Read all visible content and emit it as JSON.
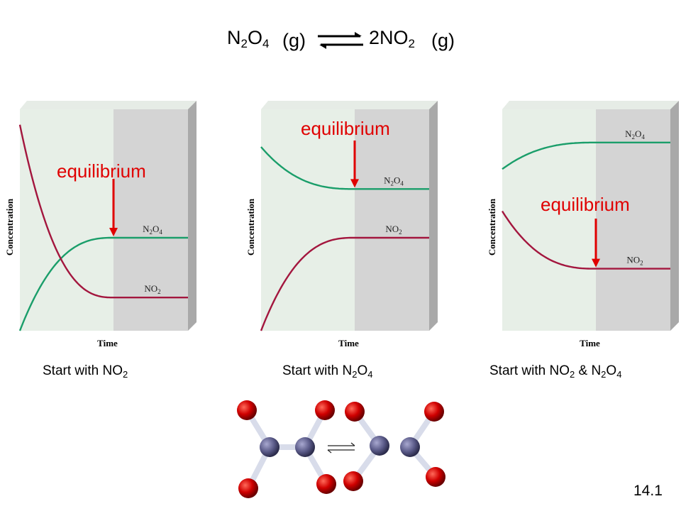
{
  "reaction": {
    "reactant": "N2O4",
    "reactant_phase": "(g)",
    "product": "2NO2",
    "product_phase": "(g)"
  },
  "chart_data": [
    {
      "type": "line",
      "xlabel": "Time",
      "ylabel": "Concentration",
      "annotation": "equilibrium",
      "caption": "Start with NO2",
      "series": [
        {
          "name": "N2O4",
          "color": "#1a9e6a",
          "y_start": 0.0,
          "y_equilibrium": 0.42
        },
        {
          "name": "NO2",
          "color": "#a3163e",
          "y_start": 0.93,
          "y_equilibrium": 0.15
        }
      ]
    },
    {
      "type": "line",
      "xlabel": "Time",
      "ylabel": "Concentration",
      "annotation": "equilibrium",
      "caption": "Start with N2O4",
      "series": [
        {
          "name": "N2O4",
          "color": "#1a9e6a",
          "y_start": 0.83,
          "y_equilibrium": 0.64
        },
        {
          "name": "NO2",
          "color": "#a3163e",
          "y_start": 0.0,
          "y_equilibrium": 0.42
        }
      ]
    },
    {
      "type": "line",
      "xlabel": "Time",
      "ylabel": "Concentration",
      "annotation": "equilibrium",
      "caption": "Start with NO2 & N2O4",
      "series": [
        {
          "name": "N2O4",
          "color": "#1a9e6a",
          "y_start": 0.73,
          "y_equilibrium": 0.85
        },
        {
          "name": "NO2",
          "color": "#a3163e",
          "y_start": 0.54,
          "y_equilibrium": 0.28
        }
      ]
    }
  ],
  "slide_number": "14.1"
}
